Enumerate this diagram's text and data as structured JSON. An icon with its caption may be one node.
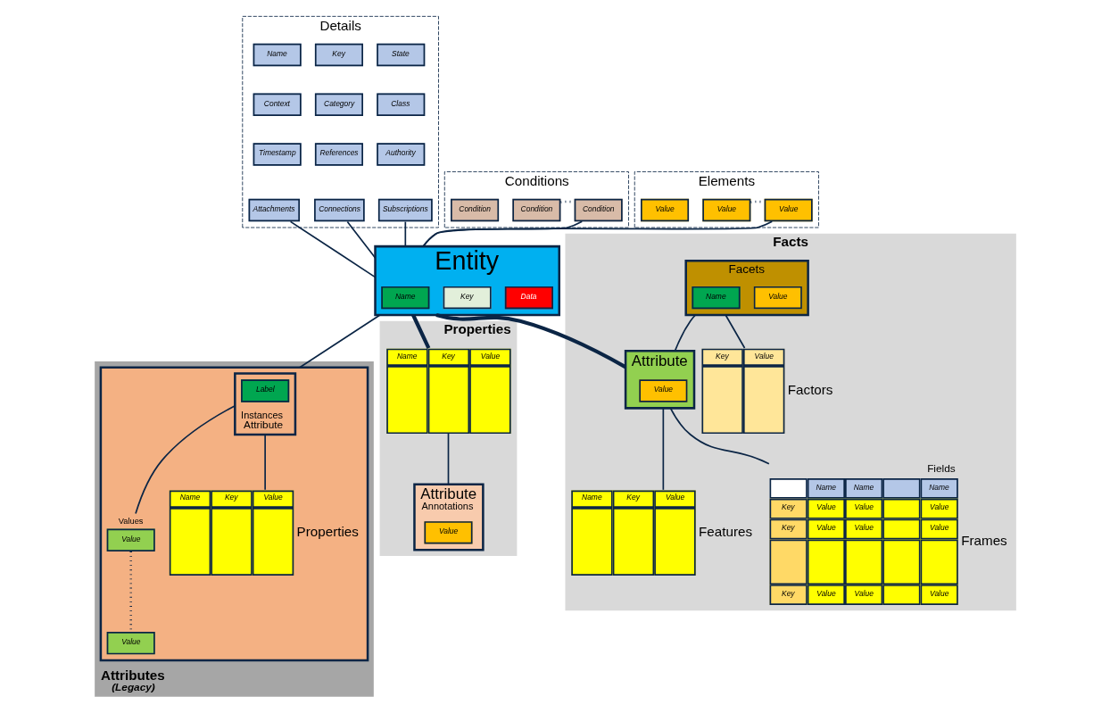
{
  "diagram": {
    "nodes": [
      {
        "text": [
          "Details"
        ]
      },
      {
        "text": [
          "Name"
        ],
        "in": 0
      },
      {
        "text": [
          "Key"
        ],
        "in": 0
      },
      {
        "text": [
          "State"
        ],
        "in": 0
      },
      {
        "text": [
          "Context"
        ],
        "in": 0
      },
      {
        "text": [
          "Category"
        ],
        "in": 0
      },
      {
        "text": [
          "Class"
        ],
        "in": 0
      },
      {
        "text": [
          "Timestamp"
        ],
        "in": 0
      },
      {
        "text": [
          "References"
        ],
        "in": 0
      },
      {
        "text": [
          "Authority"
        ],
        "in": 0
      },
      {
        "text": [
          "Attachments"
        ],
        "in": 0
      },
      {
        "text": [
          "Connections"
        ],
        "in": 0
      },
      {
        "text": [
          "Subscriptions"
        ],
        "in": 0
      },
      {
        "text": [
          "Conditions"
        ]
      },
      {
        "text": [
          "Condition"
        ],
        "in": 13
      },
      {
        "text": [
          "Condition"
        ],
        "in": 13
      },
      {
        "text": [
          "Condition"
        ],
        "in": 13
      },
      {
        "text": [
          "Elements"
        ]
      },
      {
        "text": [
          "Value"
        ],
        "in": 17
      },
      {
        "text": [
          "Value"
        ],
        "in": 17
      },
      {
        "text": [
          "Value"
        ],
        "in": 17
      },
      {
        "text": [
          "Entity"
        ]
      },
      {
        "text": [
          "Name"
        ],
        "in": 21
      },
      {
        "text": [
          "Key"
        ],
        "in": 21
      },
      {
        "text": [
          "Data"
        ],
        "in": 21
      },
      {
        "text": [
          "Properties"
        ]
      },
      {
        "text": [
          "Name",
          "Key",
          "Value"
        ],
        "in": 25
      },
      {
        "text": [
          "Attribute"
        ],
        "beside": [
          "Annotations"
        ],
        "in": 25
      },
      {
        "text": [
          "Value"
        ],
        "in": 27
      },
      {
        "text": [
          "Facts"
        ]
      },
      {
        "text": [
          "Facets"
        ],
        "in": 29
      },
      {
        "text": [
          "Name"
        ],
        "in": 30
      },
      {
        "text": [
          "Value"
        ],
        "in": 30
      },
      {
        "text": [
          "Key",
          "Value"
        ],
        "beside": [
          "Factors"
        ],
        "in": 29
      },
      {
        "text": [
          "Attribute"
        ],
        "in": 29
      },
      {
        "text": [
          "Value"
        ],
        "in": 34
      },
      {
        "text": [
          "Name",
          "Key",
          "Value"
        ],
        "beside": [
          "Features"
        ],
        "in": 29
      },
      {
        "text": [
          "Name",
          "Name",
          "Name",
          "Key",
          "Value",
          "Value",
          "Value",
          "Key",
          "Value",
          "Value",
          "Value",
          "Key",
          "Value",
          "Value",
          "Value"
        ],
        "beside": [
          "Fields",
          "Frames"
        ],
        "in": 29
      },
      {
        "text": [
          "Attributes",
          "(Legacy)"
        ]
      },
      {
        "text": [],
        "shape": "box",
        "in": 38
      },
      {
        "text": [
          "Attribute"
        ],
        "beside": [
          "Instances"
        ],
        "in": 39
      },
      {
        "text": [
          "Label"
        ],
        "in": 40
      },
      {
        "text": [
          "Value"
        ],
        "beside": [
          "Values"
        ],
        "in": 39
      },
      {
        "text": [
          "Value"
        ],
        "in": 39
      },
      {
        "text": [
          "Name",
          "Key",
          "Value"
        ],
        "beside": [
          "Properties"
        ],
        "in": 39
      }
    ],
    "edges": [
      {
        "from": 10,
        "to": 21,
        "arrow": "none"
      },
      {
        "from": 11,
        "to": 21,
        "arrow": "none"
      },
      {
        "from": 12,
        "to": 21,
        "arrow": "none"
      },
      {
        "from": 15,
        "to": 16,
        "arrow": "none",
        "style": "dashed"
      },
      {
        "from": 16,
        "to": 21,
        "arrow": "none"
      },
      {
        "from": 19,
        "to": 20,
        "arrow": "none",
        "style": "dashed"
      },
      {
        "from": 20,
        "to": 21,
        "arrow": "none"
      },
      {
        "from": 21,
        "to": 26,
        "arrow": "none",
        "style": "thick"
      },
      {
        "from": 26,
        "to": 27,
        "arrow": "none"
      },
      {
        "from": 21,
        "to": 34,
        "arrow": "none",
        "style": "thick"
      },
      {
        "from": 30,
        "to": 33,
        "arrow": "none"
      },
      {
        "from": 30,
        "to": 34,
        "arrow": "none"
      },
      {
        "from": 34,
        "to": 36,
        "arrow": "none"
      },
      {
        "from": 34,
        "to": 37,
        "arrow": "none"
      },
      {
        "from": 21,
        "to": 39,
        "arrow": "none"
      },
      {
        "from": 40,
        "to": 42,
        "arrow": "none"
      },
      {
        "from": 42,
        "to": 43,
        "arrow": "none",
        "style": "dashed"
      },
      {
        "from": 40,
        "to": 44,
        "arrow": "none"
      }
    ]
  }
}
